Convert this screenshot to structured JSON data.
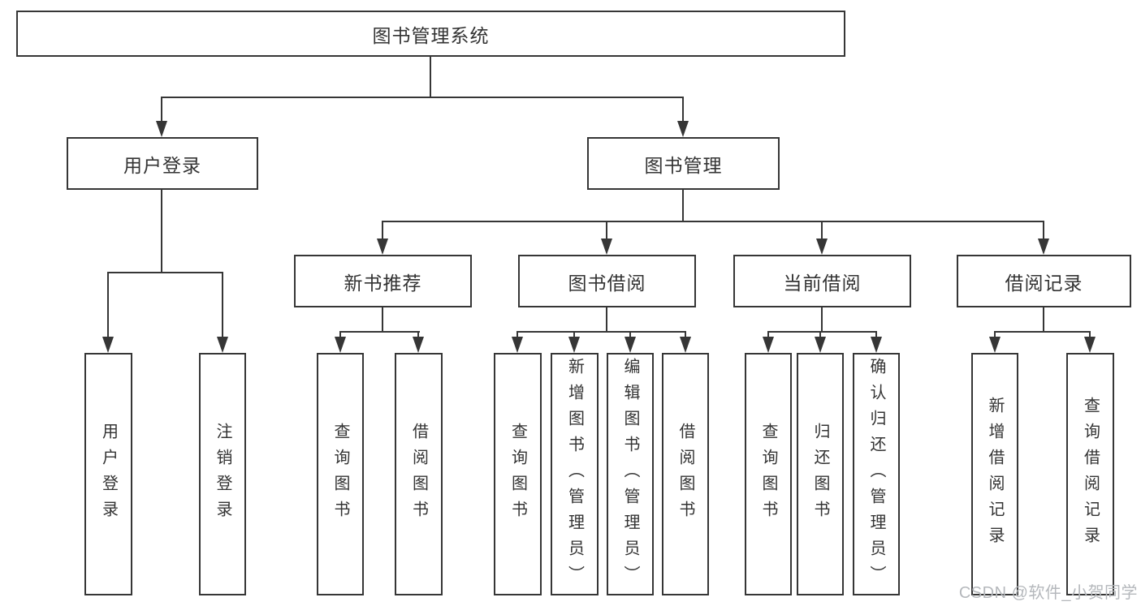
{
  "colors": {
    "line": "#363636",
    "text": "#333333",
    "background": "#ffffff",
    "watermark": "#b5b8bc"
  },
  "watermark": {
    "text": "CSDN @软件_小贺同学"
  },
  "hierarchy": {
    "label": "图书管理系统",
    "children": [
      {
        "label": "用户登录",
        "children": [
          {
            "label": "用户登录"
          },
          {
            "label": "注销登录"
          }
        ]
      },
      {
        "label": "图书管理",
        "children": [
          {
            "label": "新书推荐",
            "children": [
              {
                "label": "查询图书"
              },
              {
                "label": "借阅图书"
              }
            ]
          },
          {
            "label": "图书借阅",
            "children": [
              {
                "label": "查询图书"
              },
              {
                "label": "新增图书（管理员）"
              },
              {
                "label": "编辑图书（管理员）"
              },
              {
                "label": "借阅图书"
              }
            ]
          },
          {
            "label": "当前借阅",
            "children": [
              {
                "label": "查询图书"
              },
              {
                "label": "归还图书"
              },
              {
                "label": "确认归还（管理员）"
              }
            ]
          },
          {
            "label": "借阅记录",
            "children": [
              {
                "label": "新增借阅记录"
              },
              {
                "label": "查询借阅记录"
              }
            ]
          }
        ]
      }
    ]
  }
}
